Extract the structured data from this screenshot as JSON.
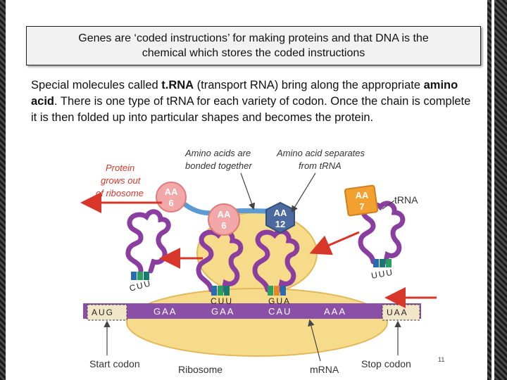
{
  "title": {
    "line1": "Genes are ‘coded instructions’ for making proteins and that DNA is the",
    "line2": "chemical which stores the coded instructions"
  },
  "body": {
    "t1": "Special molecules called ",
    "b1": "t.RNA",
    "t2": "  (transport RNA) bring along the appropriate ",
    "b2": "amino acid",
    "t3": ". There is one type of tRNA for each variety of codon. Once the chain is complete it is then folded up into particular shapes and becomes the protein."
  },
  "diagram": {
    "labels": {
      "protein_out": [
        "Protein",
        "grows out",
        "of ribosome"
      ],
      "bonded": [
        "Amino acids are",
        "bonded together"
      ],
      "separates": [
        "Amino acid separates",
        "from tRNA"
      ],
      "trna": "tRNA",
      "start_codon": "Start codon",
      "ribosome": "Ribosome",
      "mrna": "mRNA",
      "stop_codon": "Stop codon"
    },
    "amino_acids": [
      {
        "label": [
          "AA",
          "6"
        ]
      },
      {
        "label": [
          "AA",
          "6"
        ]
      },
      {
        "label": [
          "AA",
          "12"
        ]
      },
      {
        "label": [
          "AA",
          "7"
        ]
      }
    ],
    "mrna_codons": [
      "AUG",
      "GAA",
      "GAA",
      "CAU",
      "AAA",
      "UAA"
    ],
    "anticodons": [
      "CUU",
      "CUU",
      "GUA",
      "UUU"
    ],
    "colors": {
      "mrna": "#8a4fa6",
      "ribosome": "#f6dc8a",
      "trna": "#8a3fa0",
      "aa_pink": "#f2a8a8",
      "aa_blue": "#4c6aa0",
      "aa_orange": "#f2a030",
      "arrow": "#d9362a"
    }
  },
  "page_number": "11"
}
